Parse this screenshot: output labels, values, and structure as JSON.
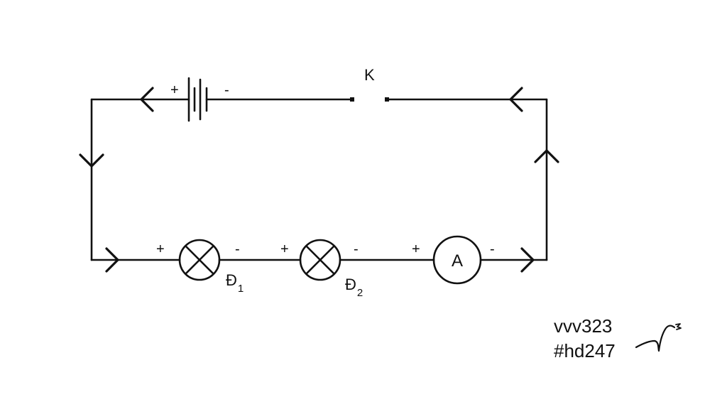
{
  "circuit": {
    "switch_label": "K",
    "battery": {
      "plus": "+",
      "minus": "-"
    },
    "lamp1": {
      "label": "Đ",
      "subscript": "1",
      "plus": "+",
      "minus": "-"
    },
    "lamp2": {
      "label": "Đ",
      "subscript": "2",
      "plus": "+",
      "minus": "-"
    },
    "ammeter": {
      "label": "A",
      "plus": "+",
      "minus": "-"
    }
  },
  "footer": {
    "username": "vvv323",
    "tag": "#hd247",
    "signature_text": "3"
  }
}
